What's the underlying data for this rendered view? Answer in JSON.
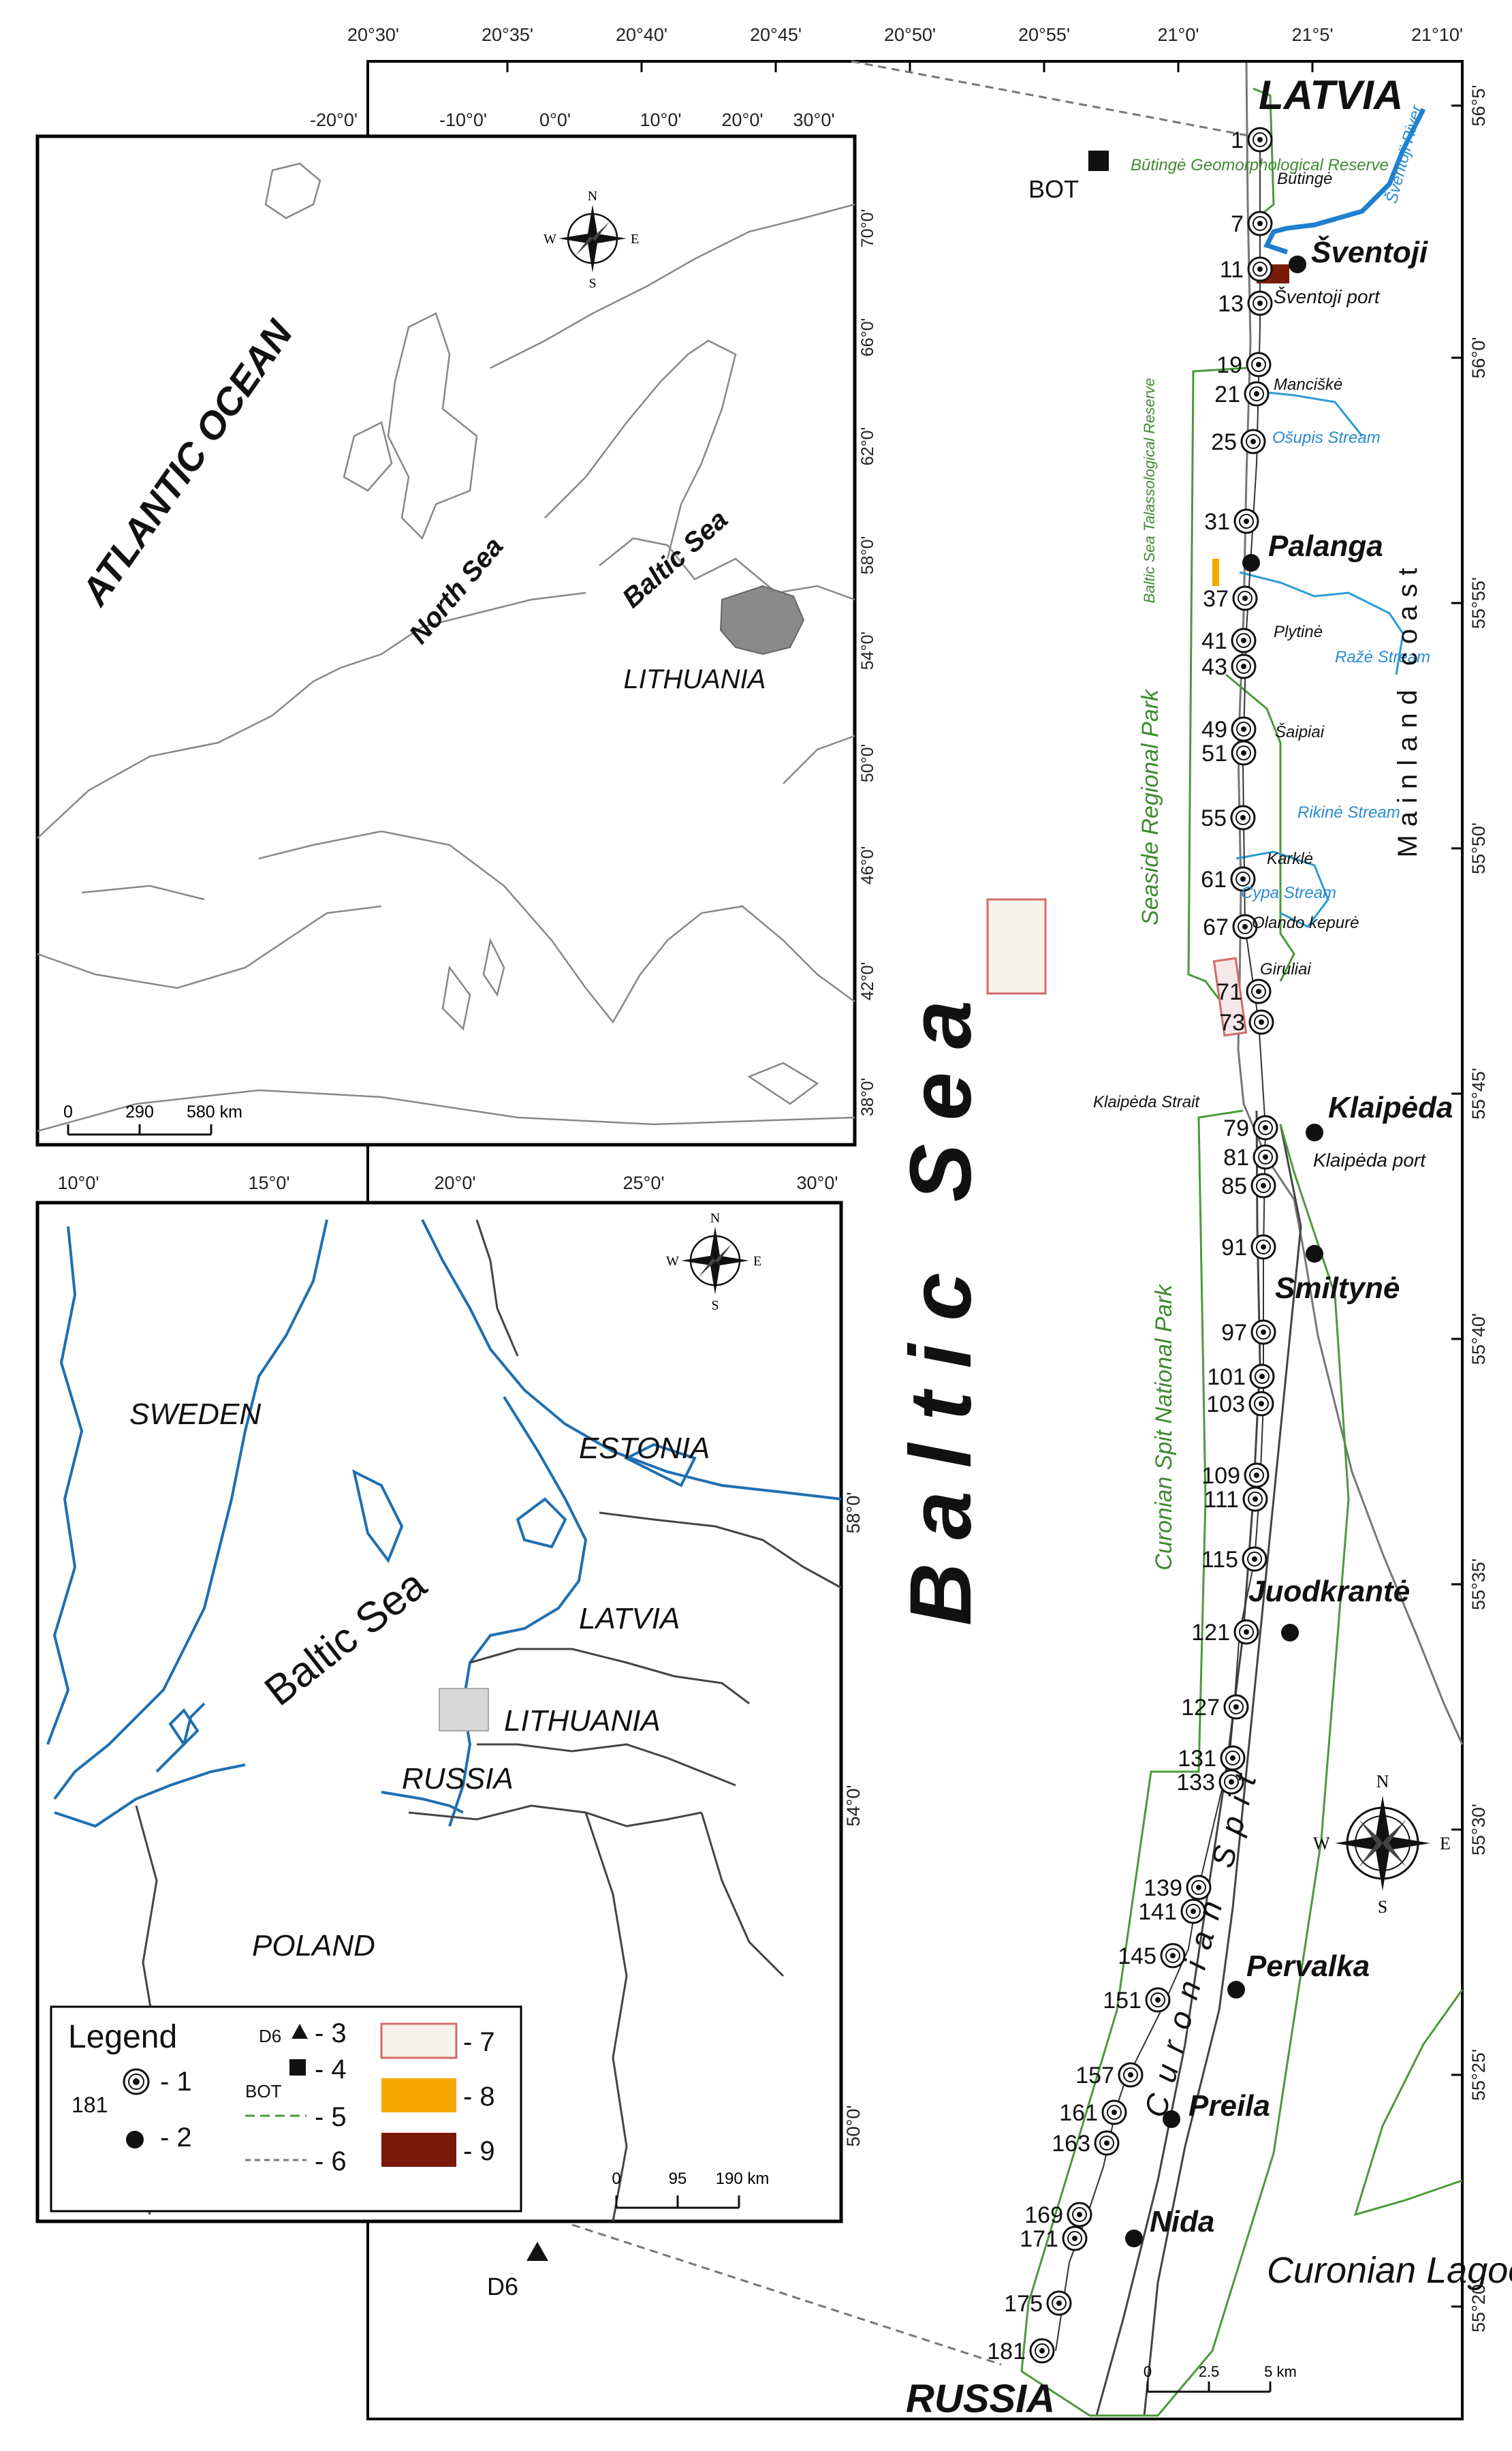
{
  "main_map": {
    "top_lon_labels": [
      "20°30'",
      "20°35'",
      "20°40'",
      "20°45'",
      "20°50'",
      "20°55'",
      "21°0'",
      "21°5'",
      "21°10'"
    ],
    "right_lat_labels": [
      "56°5'",
      "56°0'",
      "55°55'",
      "55°50'",
      "55°45'",
      "55°40'",
      "55°35'",
      "55°30'",
      "55°25'",
      "55°20'"
    ],
    "countries": {
      "north": "LATVIA",
      "south": "RUSSIA"
    },
    "sea_label": "Baltic Sea",
    "cities": [
      {
        "name": "Šventoji"
      },
      {
        "name": "Palanga"
      },
      {
        "name": "Klaipėda"
      },
      {
        "name": "Smiltynė"
      },
      {
        "name": "Juodkrantė"
      },
      {
        "name": "Pervalka"
      },
      {
        "name": "Preila"
      },
      {
        "name": "Nida"
      }
    ],
    "places": [
      "Būtingė",
      "Manciškė",
      "Plytinė",
      "Šaipiai",
      "Karklė",
      "Olando kepurė",
      "Giruliai",
      "Klaipėda Strait"
    ],
    "ports": [
      "Šventoji port",
      "Klaipėda port"
    ],
    "streams": [
      "Šventoji River",
      "Ošupis Stream",
      "Ražė Stream",
      "Rikinė Stream",
      "Cypa Stream"
    ],
    "protected_areas": [
      "Būtingė Geomorphological Reserve",
      "Baltic Sea Talassological Reserve",
      "Seaside Regional Park",
      "Curonian Spit National Park"
    ],
    "point_labels": [
      "BOT",
      "D6"
    ],
    "region_labels": [
      "Mainland coast",
      "Curonian Spit",
      "Curonian Lagoon"
    ],
    "station_labels": [
      "1",
      "7",
      "11",
      "13",
      "19",
      "21",
      "25",
      "31",
      "37",
      "41",
      "43",
      "49",
      "51",
      "55",
      "61",
      "67",
      "71",
      "73",
      "79",
      "81",
      "85",
      "91",
      "97",
      "101",
      "103",
      "109",
      "111",
      "115",
      "121",
      "127",
      "131",
      "133",
      "139",
      "141",
      "145",
      "151",
      "157",
      "161",
      "163",
      "169",
      "171",
      "175",
      "181"
    ],
    "scale": {
      "ticks": [
        "0",
        "2.5",
        "5 km"
      ]
    },
    "compass": {
      "n": "N",
      "s": "S",
      "e": "E",
      "w": "W"
    }
  },
  "inset_europe": {
    "top_labels": [
      "-20°0'",
      "-10°0'",
      "0°0'",
      "10°0'",
      "20°0'",
      "30°0'"
    ],
    "right_labels": [
      "70°0'",
      "66°0'",
      "62°0'",
      "58°0'",
      "54°0'",
      "50°0'",
      "46°0'",
      "42°0'",
      "38°0'"
    ],
    "labels": {
      "ocean": "ATLANTIC OCEAN",
      "north_sea": "North Sea",
      "baltic_sea": "Baltic Sea",
      "lithuania": "LITHUANIA"
    },
    "scale": [
      "0",
      "290",
      "580 km"
    ]
  },
  "inset_baltic": {
    "top_labels": [
      "10°0'",
      "15°0'",
      "20°0'",
      "25°0'",
      "30°0'"
    ],
    "right_labels": [
      "58°0'",
      "54°0'",
      "50°0'"
    ],
    "countries": [
      "SWEDEN",
      "ESTONIA",
      "LATVIA",
      "LITHUANIA",
      "RUSSIA",
      "POLAND"
    ],
    "sea": "Baltic Sea",
    "scale": [
      "0",
      "95",
      "190 km"
    ]
  },
  "legend": {
    "title": "Legend",
    "sample_station": "181",
    "sample_d6": "D6",
    "sample_bot": "BOT",
    "items": [
      "- 1",
      "- 2",
      "- 3",
      "- 4",
      "- 5",
      "- 6",
      "- 7",
      "- 8",
      "- 9"
    ],
    "colors": {
      "item7_fill": "#f6f3ea",
      "item7_border": "#d46a6a",
      "item8": "#f6a800",
      "item9": "#7a1a0a",
      "item5": "#4a9a3a"
    }
  },
  "colors": {
    "protected_border": "#4a9a3a",
    "stream": "#2a9bd6",
    "river_blue": "#1f7fd0",
    "sea_coast_blue": "#1f6fb0",
    "lithuania_gray": "#8a8a8a"
  }
}
